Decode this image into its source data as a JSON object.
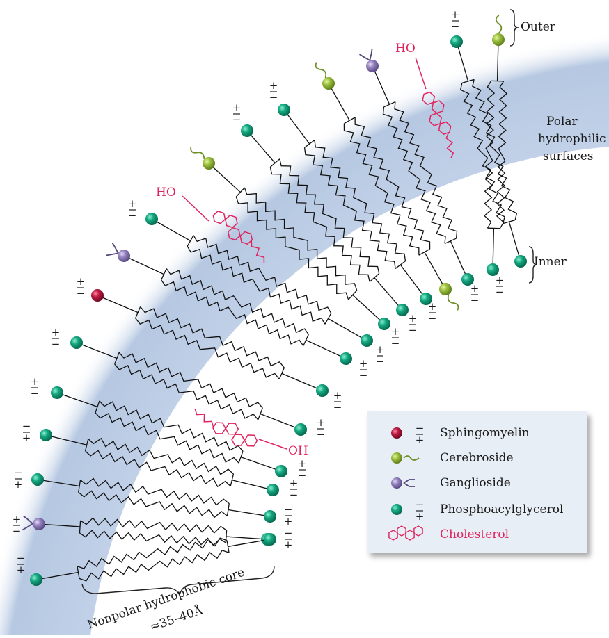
{
  "labels": {
    "outer": "Outer",
    "inner": "Inner",
    "polar_line1": "Polar",
    "polar_line2": "hydrophilic",
    "polar_line3": "surfaces",
    "core_line1": "Nonpolar hydrophobic core",
    "core_line2": "≈35–40Å",
    "ho": "HO",
    "oh": "OH"
  },
  "legend": {
    "items": [
      {
        "label": "Sphingomyelin",
        "color": "#b0123a",
        "charge": "−/+"
      },
      {
        "label": "Cerebroside",
        "color": "#8db23a"
      },
      {
        "label": "Ganglioside",
        "color": "#8c78b5"
      },
      {
        "label": "Phosphoacylglycerol",
        "color": "#0e9b78",
        "charge": "−/+"
      },
      {
        "label": "Cholesterol",
        "color": "#e0245e"
      }
    ]
  },
  "colors": {
    "sphingomyelin": "#b0123a",
    "cerebroside": "#8db23a",
    "ganglioside": "#8c78b5",
    "phosphoacylglycerol": "#0e9b78",
    "cholesterol": "#e0245e",
    "membrane_band": "#b8c9e3",
    "legend_bg": "#e7eef5"
  },
  "charges": {
    "plus": "+",
    "minus": "−"
  }
}
